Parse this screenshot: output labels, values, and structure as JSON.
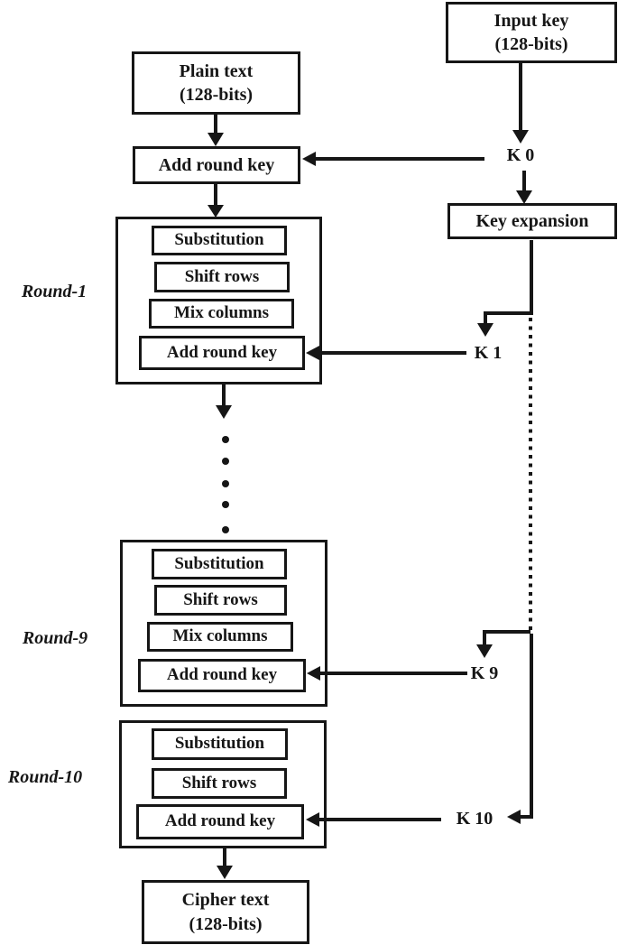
{
  "colors": {
    "ink": "#161616",
    "background": "#ffffff"
  },
  "nodes": {
    "plain_text": {
      "line1": "Plain text",
      "line2": "(128-bits)"
    },
    "input_key": {
      "line1": "Input key",
      "line2": "(128-bits)"
    },
    "initial_add_round_key": "Add round key",
    "key_expansion": "Key expansion",
    "cipher_text": {
      "line1": "Cipher text",
      "line2": "(128-bits)"
    }
  },
  "rounds": [
    {
      "label": "Round-1",
      "steps": [
        "Substitution",
        "Shift rows",
        "Mix columns",
        "Add round key"
      ]
    },
    {
      "label": "Round-9",
      "steps": [
        "Substitution",
        "Shift rows",
        "Mix columns",
        "Add round key"
      ]
    },
    {
      "label": "Round-10",
      "steps": [
        "Substitution",
        "Shift rows",
        "Add round key"
      ]
    }
  ],
  "round_keys": [
    "K 0",
    "K 1",
    "K 9",
    "K 10"
  ]
}
